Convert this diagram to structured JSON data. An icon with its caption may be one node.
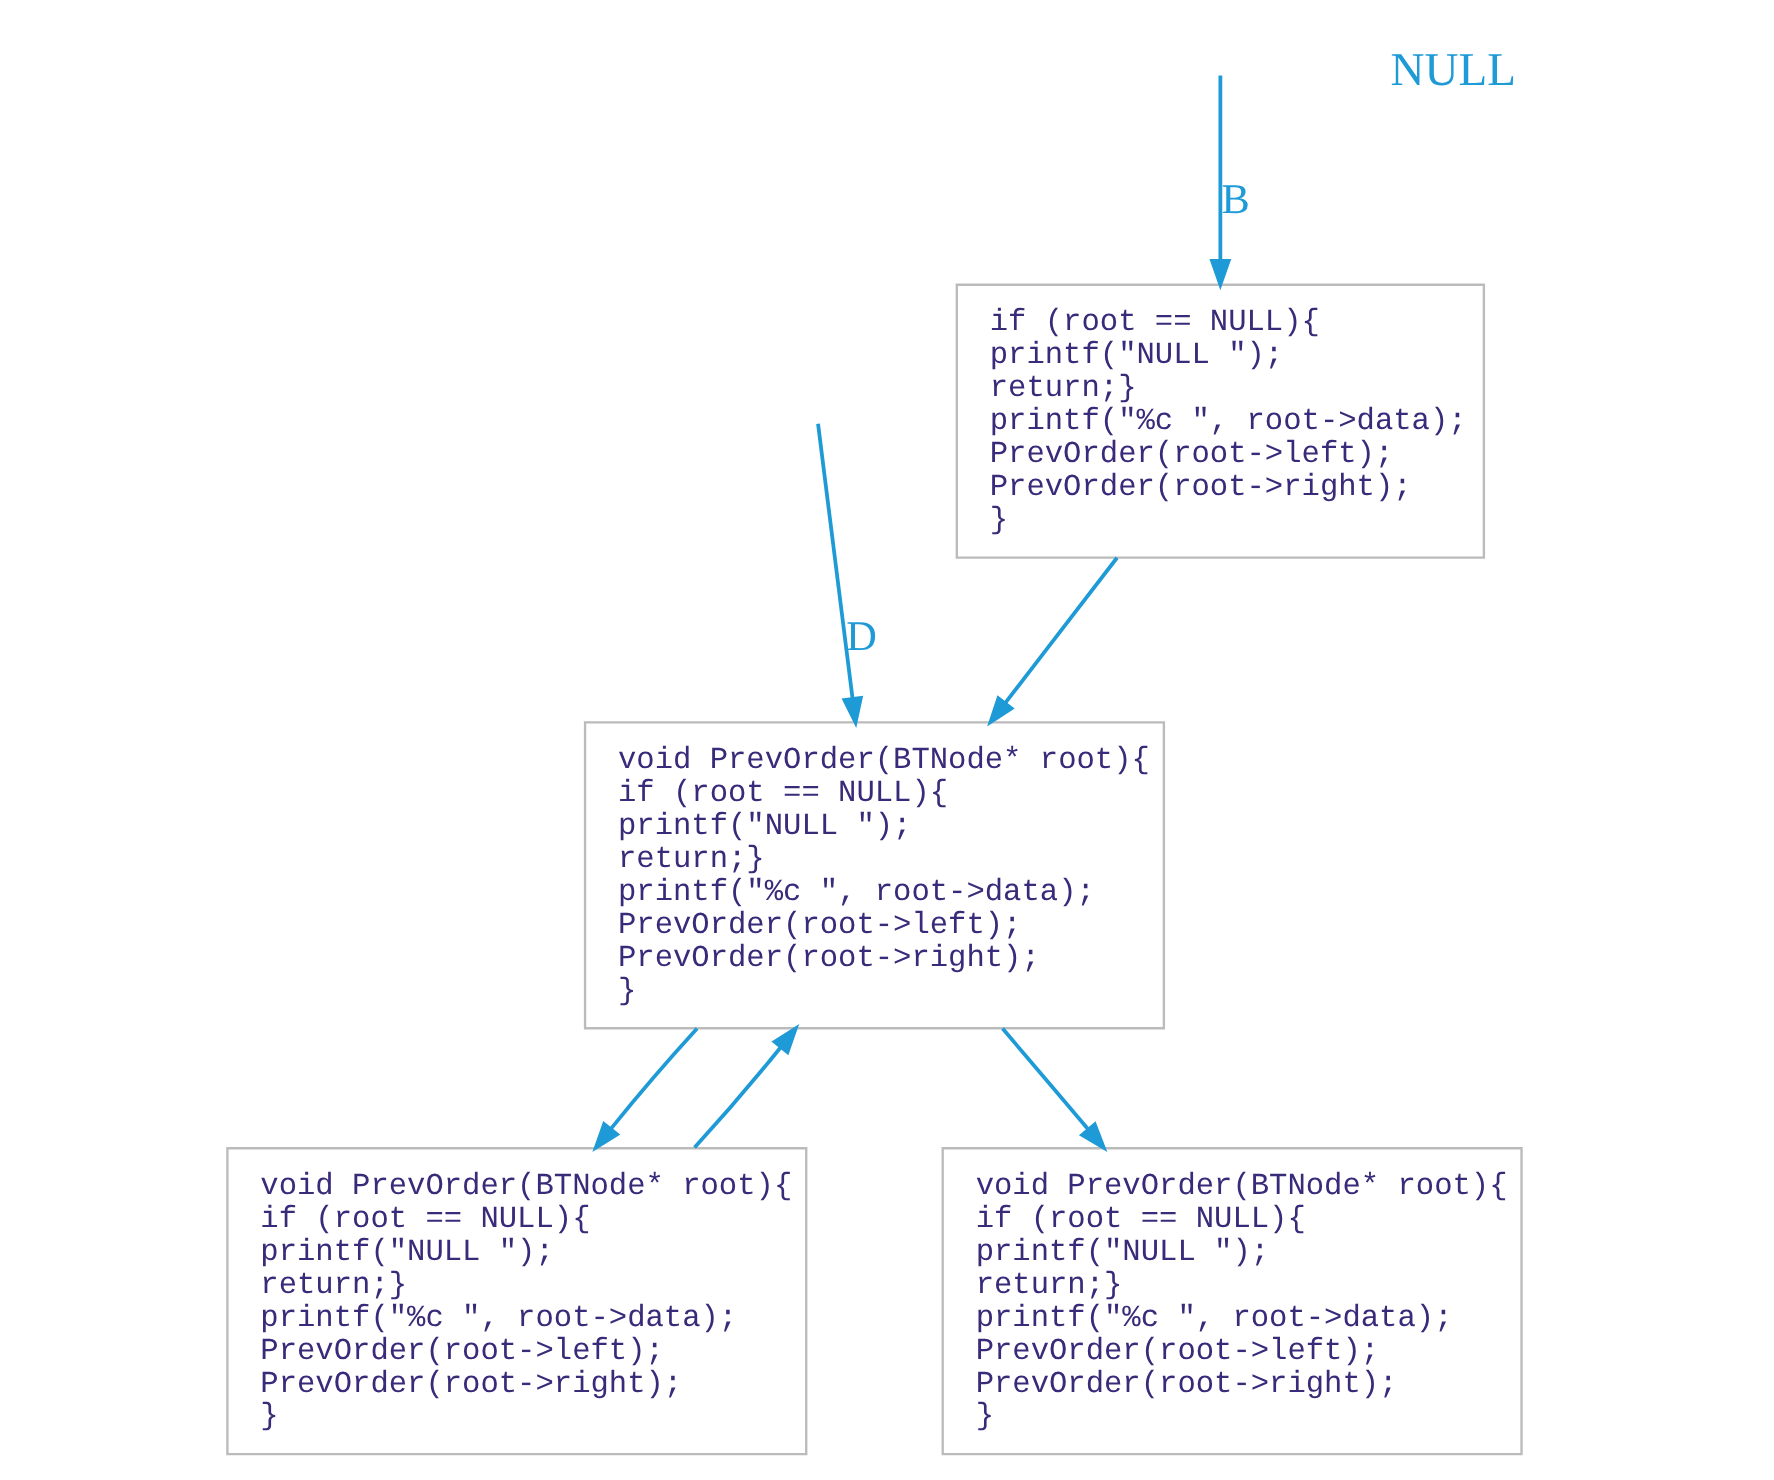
{
  "diagram": {
    "nodes": [
      {
        "text": [
          "if (root == NULL){",
          "printf(\"NULL \");",
          "return;}",
          "printf(\"%c \", root->data);",
          "PrevOrder(root->left);",
          "PrevOrder(root->right);",
          "}"
        ]
      },
      {
        "text": [
          "void PrevOrder(BTNode* root){",
          "if (root == NULL){",
          "printf(\"NULL \");",
          "return;}",
          "printf(\"%c \", root->data);",
          "PrevOrder(root->left);",
          "PrevOrder(root->right);",
          "}"
        ]
      },
      {
        "text": [
          "void PrevOrder(BTNode* root){",
          "if (root == NULL){",
          "printf(\"NULL \");",
          "return;}",
          "printf(\"%c \", root->data);",
          "PrevOrder(root->left);",
          "PrevOrder(root->right);",
          "}"
        ]
      },
      {
        "text": [
          "void PrevOrder(BTNode* root){",
          "if (root == NULL){",
          "printf(\"NULL \");",
          "return;}",
          "printf(\"%c \", root->data);",
          "PrevOrder(root->left);",
          "PrevOrder(root->right);",
          "}"
        ]
      }
    ],
    "edges": [
      {
        "from": null,
        "to": 0,
        "arrow": "to",
        "label": "B",
        "color": "#1e9bd7"
      },
      {
        "from": 0,
        "to": 1,
        "arrow": "to",
        "color": "#1e9bd7"
      },
      {
        "from": null,
        "to": 1,
        "arrow": "to",
        "label": "D",
        "color": "#1e9bd7"
      },
      {
        "from": 1,
        "to": 2,
        "arrow": "to",
        "color": "#1e9bd7"
      },
      {
        "from": 2,
        "to": 1,
        "arrow": "to",
        "color": "#1e9bd7"
      },
      {
        "from": 1,
        "to": 3,
        "arrow": "to",
        "color": "#1e9bd7"
      }
    ],
    "labels": [
      "NULL"
    ]
  }
}
